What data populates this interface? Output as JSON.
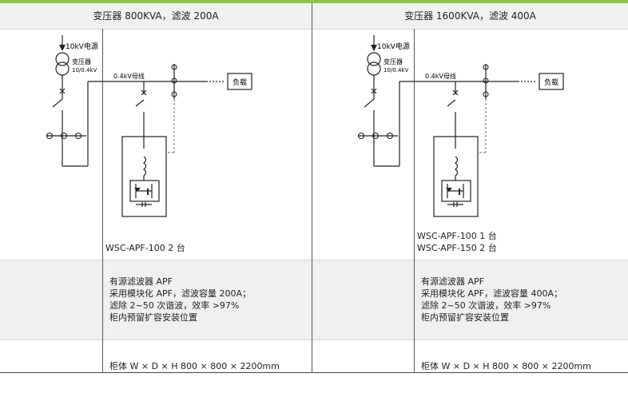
{
  "columns": [
    {
      "header": "变压器 800KVA，滤波 200A",
      "source_label": "10kV电源",
      "transformer_label": "变压器",
      "transformer_ratio": "10/0.4kV",
      "bus_label": "0.4kV母线",
      "load_label": "负载",
      "models": [
        "WSC-APF-100 2 台"
      ],
      "desc": [
        "有源滤波器 APF",
        "采用模块化 APF，滤波容量 200A；",
        "滤除 2~50 次谐波，效率 >97%",
        "柜内预留扩容安装位置"
      ],
      "cabinet": "柜体 W × D × H  800 × 800 × 2200mm"
    },
    {
      "header": "变压器 1600KVA，滤波 400A",
      "source_label": "10kV电源",
      "transformer_label": "变压器",
      "transformer_ratio": "10/0.4kV",
      "bus_label": "0.4kV母线",
      "load_label": "负载",
      "models": [
        "WSC-APF-100 1 台",
        "WSC-APF-150 2 台"
      ],
      "desc": [
        "有源滤波器 APF",
        "采用模块化 APF，滤波容量 400A；",
        "滤除 2~50 次谐波，效率 >97%",
        "柜内预留扩容安装位置"
      ],
      "cabinet": "柜体 W × D × H  800 × 800 × 2200mm"
    }
  ],
  "colors": {
    "accent": "#8bc34a",
    "band": "#f0f0f0",
    "line": "#222222"
  }
}
